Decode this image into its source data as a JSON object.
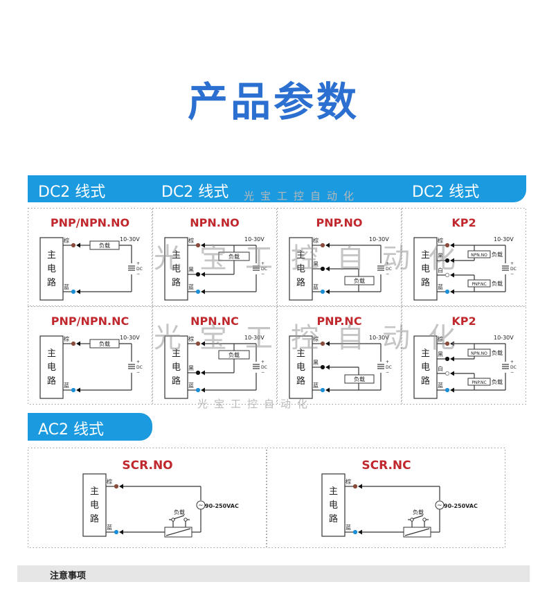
{
  "page_title": "产品参数",
  "dc_section": {
    "headers": [
      "DC2 线式",
      "DC2 线式",
      "DC2 线式"
    ]
  },
  "ac_section": {
    "header": "AC2 线式"
  },
  "watermark": "光宝工控自动化",
  "labels": {
    "box": [
      "主",
      "电",
      "路"
    ],
    "brown": "棕",
    "black": "黑",
    "white": "白",
    "blue": "蓝",
    "load": "负载",
    "dc": "DC",
    "npn_no": "NPN.NO",
    "pnp_nc": "PNP.NC",
    "ac_voltage": "90-250VAC"
  },
  "dc_cells": [
    {
      "title": "PNP/NPN.NO",
      "type": "simple",
      "voltage": "10-30V"
    },
    {
      "title": "NPN.NO",
      "type": "npn",
      "voltage": "10-30V"
    },
    {
      "title": "PNP.NO",
      "type": "pnp",
      "voltage": "10-30V"
    },
    {
      "title": "KP2",
      "type": "kp2",
      "voltage": "10-30V"
    },
    {
      "title": "PNP/NPN.NC",
      "type": "simple",
      "voltage": "10-30V"
    },
    {
      "title": "NPN.NC",
      "type": "npn",
      "voltage": "10-30V"
    },
    {
      "title": "PNP.NC",
      "type": "pnp",
      "voltage": "10-30V"
    },
    {
      "title": "KP2",
      "type": "kp2",
      "voltage": "10-30V"
    }
  ],
  "ac_cells": [
    {
      "title": "SCR.NO"
    },
    {
      "title": "SCR.NC"
    }
  ],
  "footer": {
    "notice": "注意事项"
  },
  "colors": {
    "accent": "#1c9ae0",
    "title": "#2b6fd0",
    "red": "#c0282d",
    "brown": "#8a4b3a",
    "blue": "#1a8fd8"
  }
}
